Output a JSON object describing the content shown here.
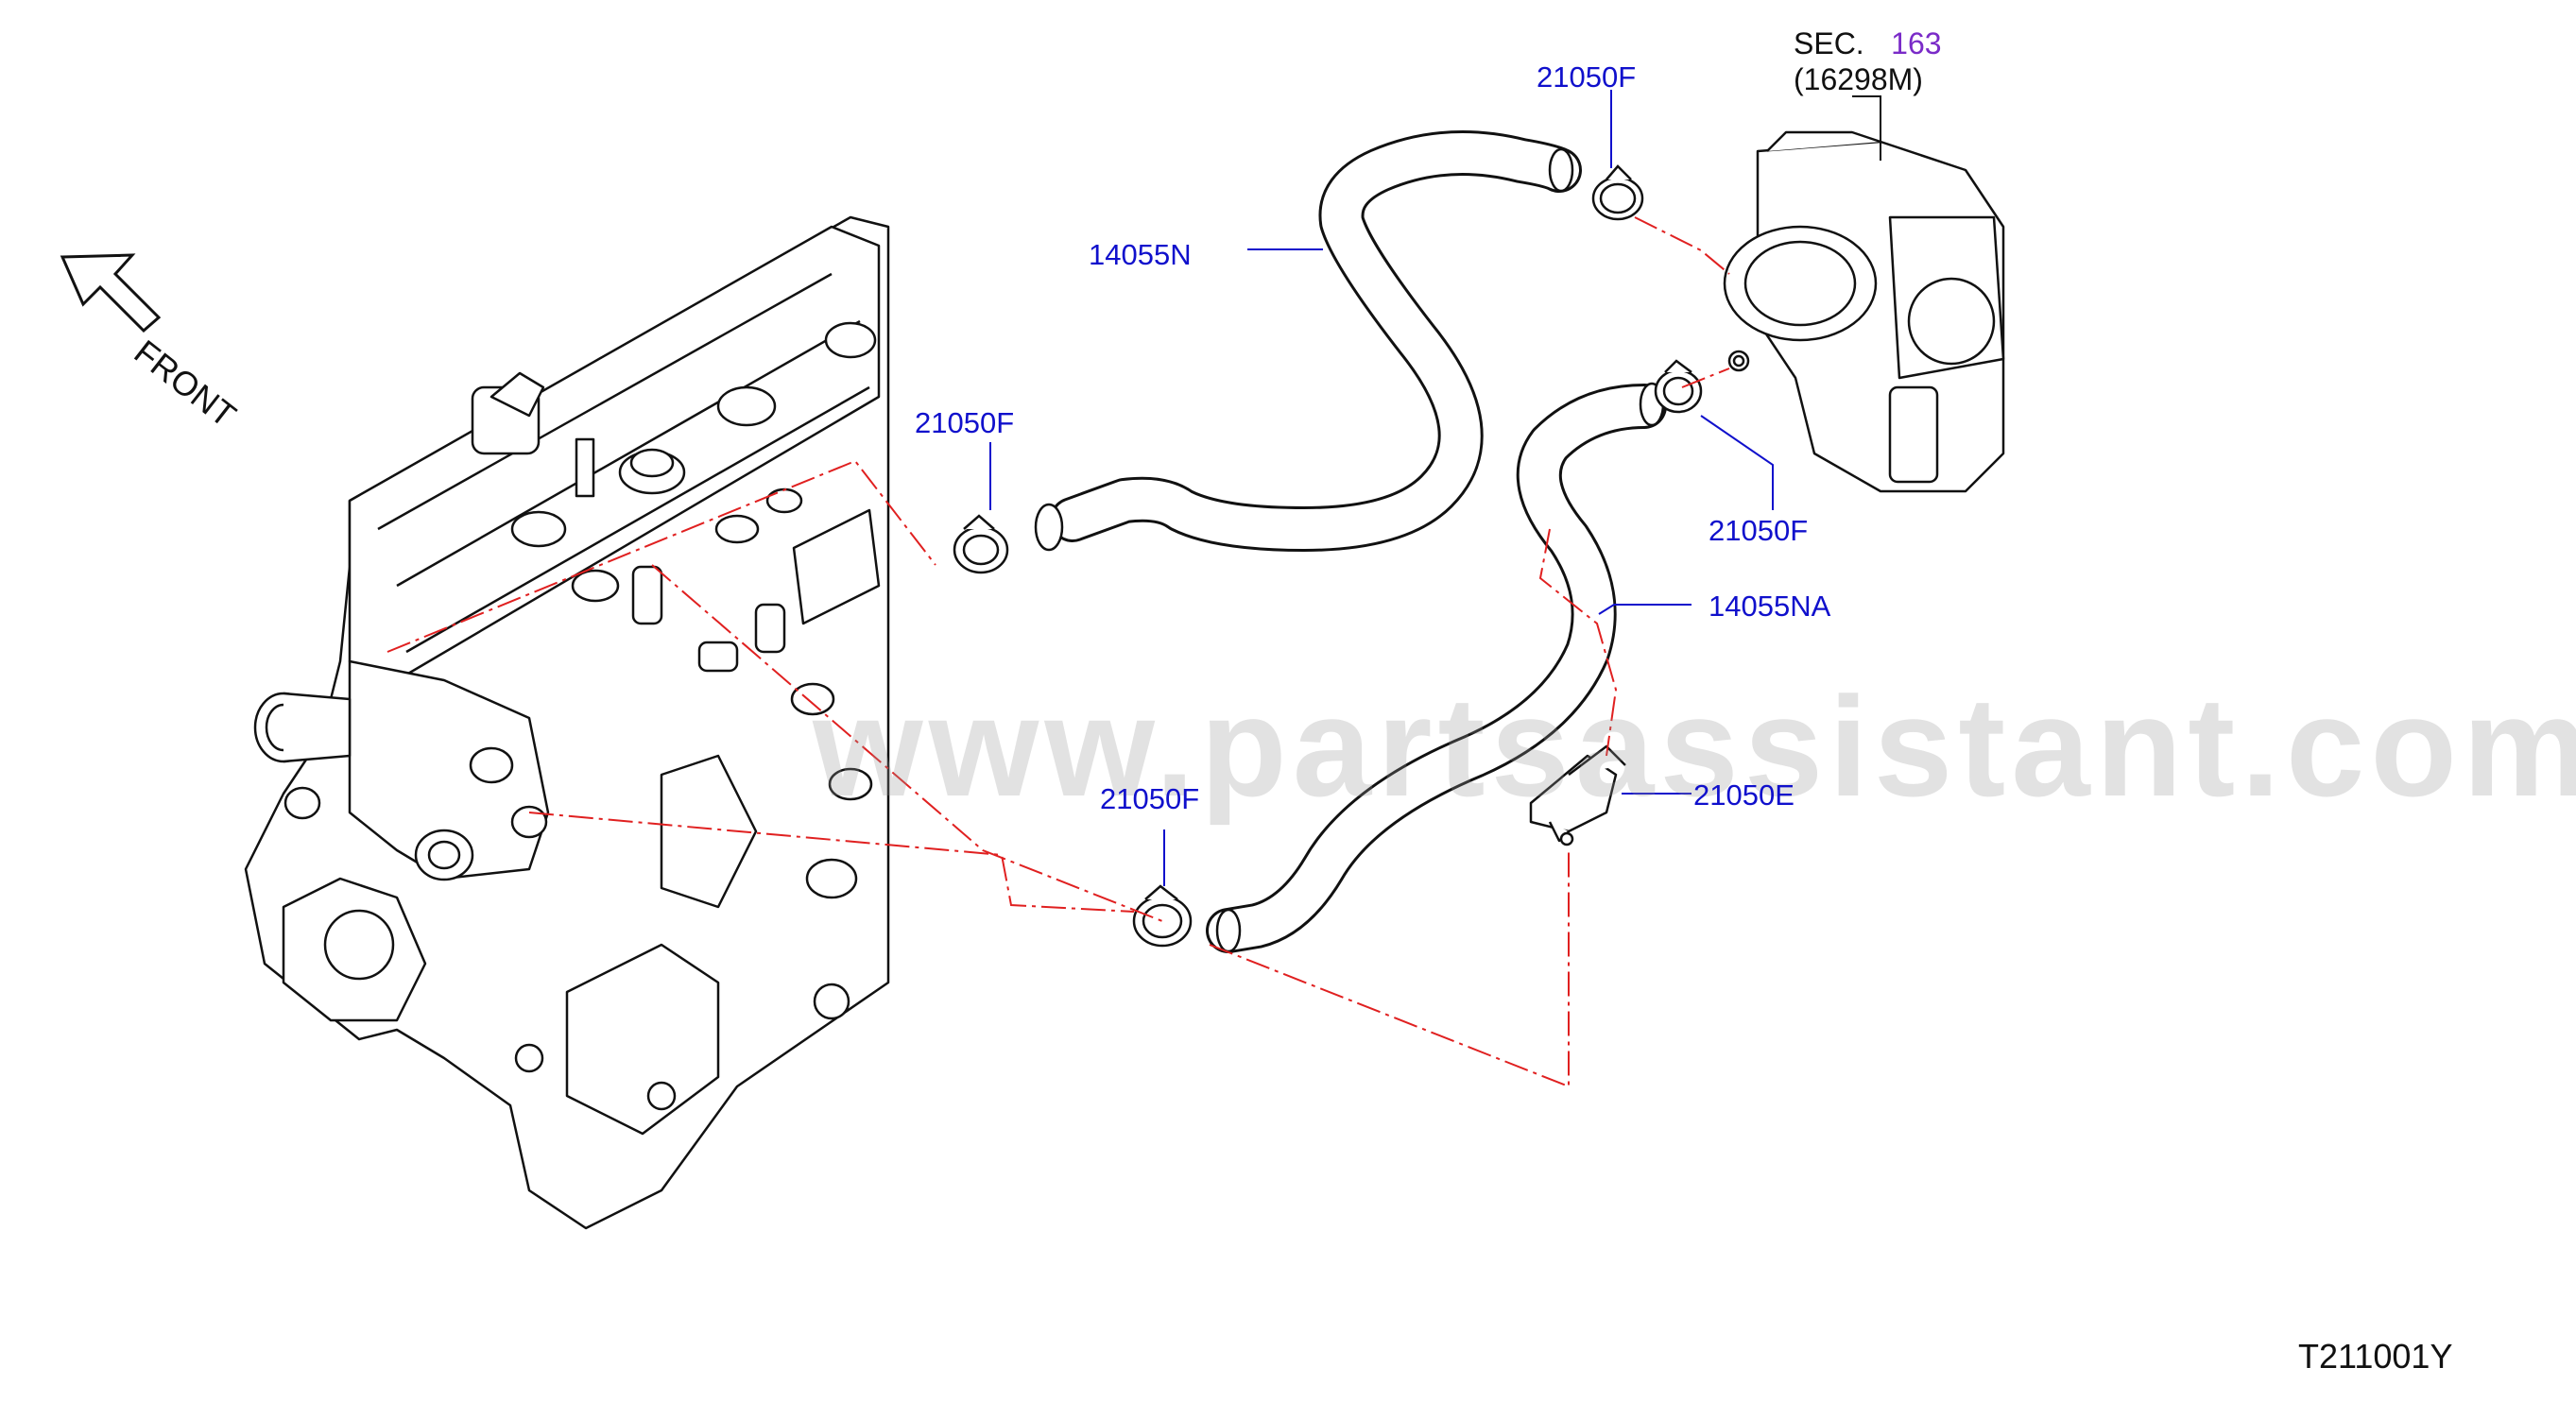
{
  "watermark": "www.partsassistant.com",
  "front_label": "FRONT",
  "figure_id": "T211001Y",
  "section": {
    "prefix": "SEC.",
    "number": "163",
    "part": "(16298M)"
  },
  "callouts": {
    "clamp_top": "21050F",
    "hose_upper": "14055N",
    "clamp_left": "21050F",
    "clamp_right": "21050F",
    "hose_lower": "14055NA",
    "clamp_bottom": "21050F",
    "bracket_clip": "21050E"
  },
  "colors": {
    "callout_text": "#1010cc",
    "section_number": "#7a2bc8",
    "phantom_line": "#e02020",
    "drawing_line": "#111111"
  }
}
